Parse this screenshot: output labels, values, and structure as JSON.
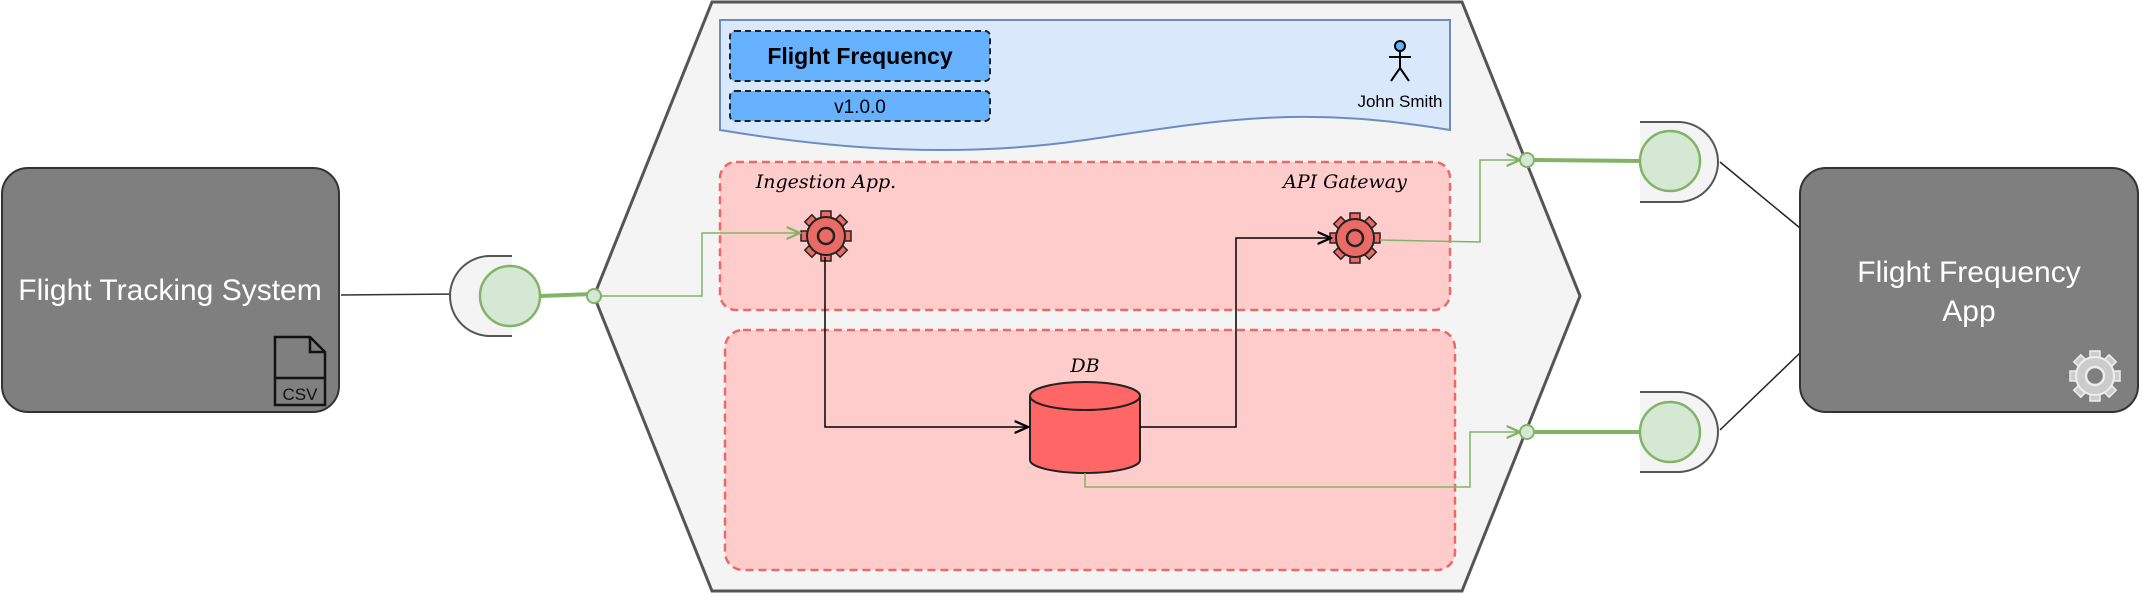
{
  "left_system": {
    "label": "Flight Tracking System",
    "file_icon_text": "CSV"
  },
  "right_app": {
    "label_line1": "Flight Frequency",
    "label_line2": "App",
    "icon": "gear-icon"
  },
  "header": {
    "title": "Flight Frequency",
    "version": "v1.0.0",
    "owner": "John Smith",
    "owner_icon": "person-icon"
  },
  "components": {
    "ingestion": {
      "label": "Ingestion App.",
      "icon": "gear-icon"
    },
    "gateway": {
      "label": "API Gateway",
      "icon": "gear-icon"
    },
    "db": {
      "label": "DB",
      "icon": "database-icon"
    }
  },
  "colors": {
    "system_fill": "#7f7f7f",
    "container_fill": "#f4f4f4",
    "header_fill": "#dae8fc",
    "header_stroke": "#6c8ebf",
    "badge_fill": "#66b2ff",
    "zone_fill": "#ffcccc",
    "zone_stroke": "#ea6b66",
    "component_fill": "#ff6666",
    "interface_fill": "#d5e8d4",
    "interface_stroke": "#82b366"
  }
}
